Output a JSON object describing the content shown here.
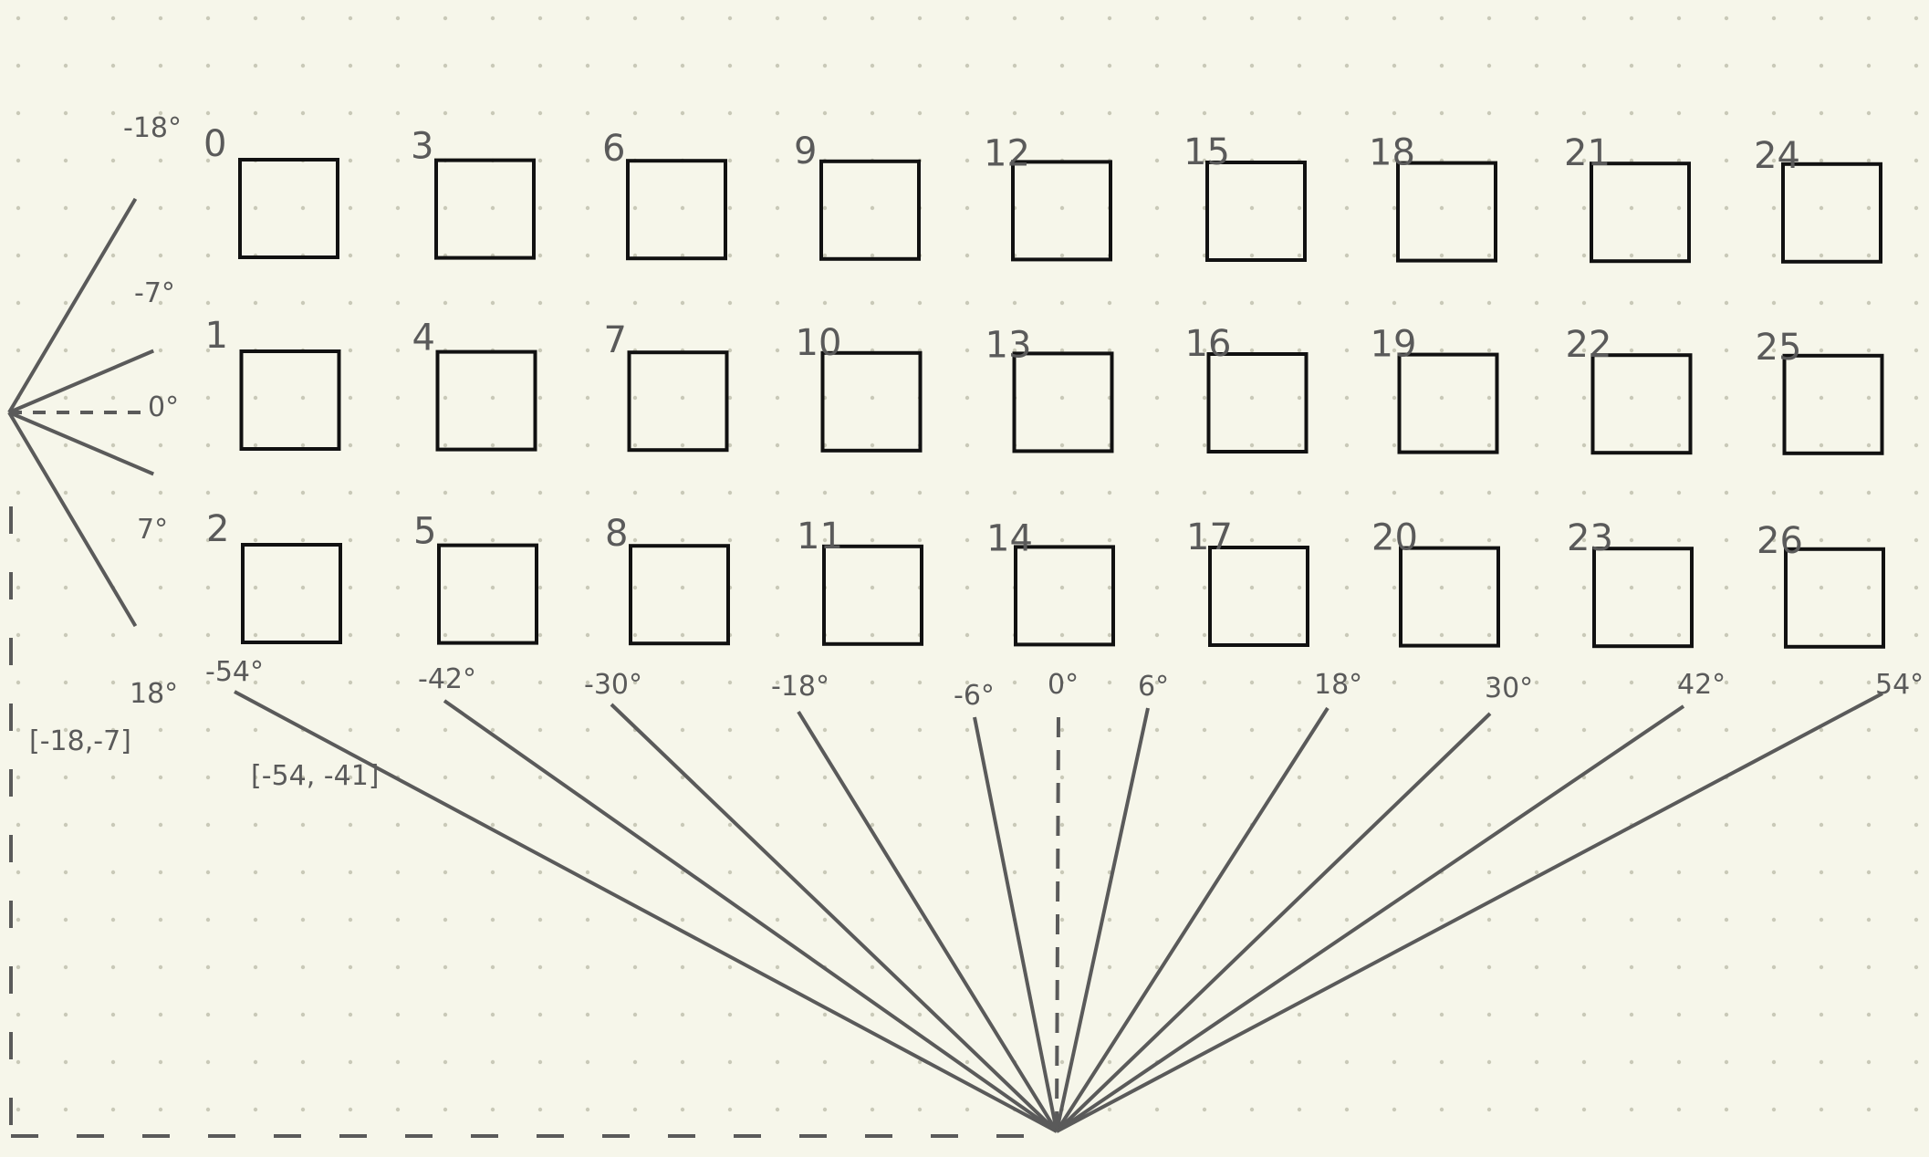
{
  "colors": {
    "background": "#f6f6ea",
    "dot": "#c9c9b8",
    "ink": "#5a5a5a",
    "box": "#111111"
  },
  "boxes": {
    "columns": 9,
    "rows": 3,
    "labels": [
      "0",
      "1",
      "2",
      "3",
      "4",
      "5",
      "6",
      "7",
      "8",
      "9",
      "10",
      "11",
      "12",
      "13",
      "14",
      "15",
      "16",
      "17",
      "18",
      "19",
      "20",
      "21",
      "22",
      "23",
      "24",
      "25",
      "26"
    ]
  },
  "vertical_fan": {
    "angles": [
      -18,
      -7,
      0,
      7,
      18
    ],
    "labels": [
      "-18°",
      "-7°",
      "0°",
      "7°",
      "18°"
    ],
    "range_label": "[-18,-7]"
  },
  "horizontal_fan": {
    "angles": [
      -54,
      -42,
      -30,
      -18,
      -6,
      0,
      6,
      18,
      30,
      42,
      54
    ],
    "labels": [
      "-54°",
      "-42°",
      "-30°",
      "-18°",
      "-6°",
      "0°",
      "6°",
      "18°",
      "30°",
      "42°",
      "54°"
    ],
    "range_label": "[-54, -41]"
  }
}
